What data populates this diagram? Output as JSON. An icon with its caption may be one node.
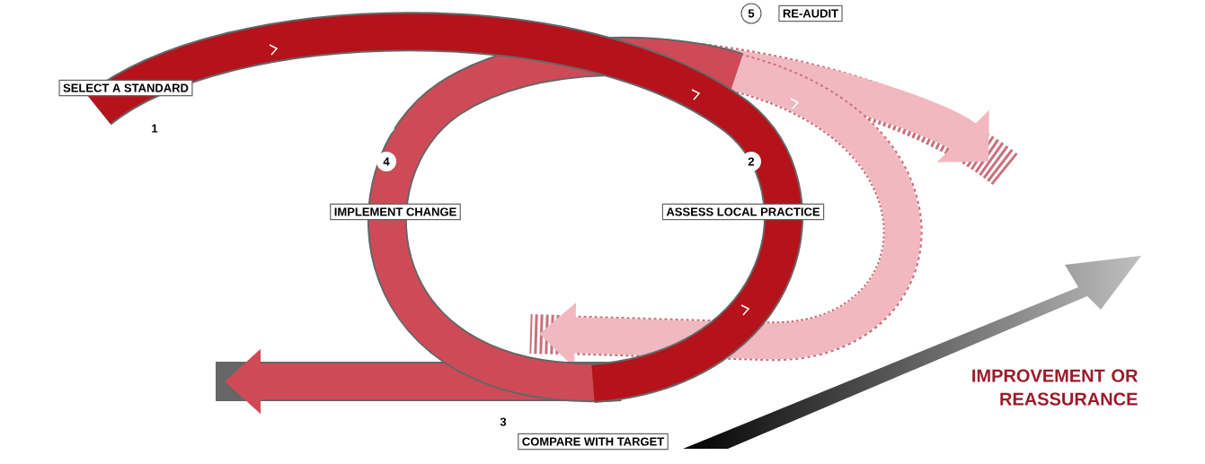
{
  "diagram": {
    "nodes": [
      {
        "text": [
          "SELECT A STANDARD"
        ],
        "beside": [
          "1"
        ]
      },
      {
        "text": [
          "RE-AUDIT"
        ],
        "beside": [
          "5"
        ]
      },
      {
        "text": [
          "IMPLEMENT CHANGE"
        ],
        "beside": [
          "4"
        ]
      },
      {
        "text": [
          "ASSESS LOCAL PRACTICE"
        ],
        "beside": [
          "2"
        ]
      },
      {
        "text": [
          "COMPARE WITH TARGET"
        ],
        "beside": [
          "3"
        ]
      }
    ],
    "labels": [
      "IMPROVEMENT OR REASSURANCE"
    ]
  }
}
